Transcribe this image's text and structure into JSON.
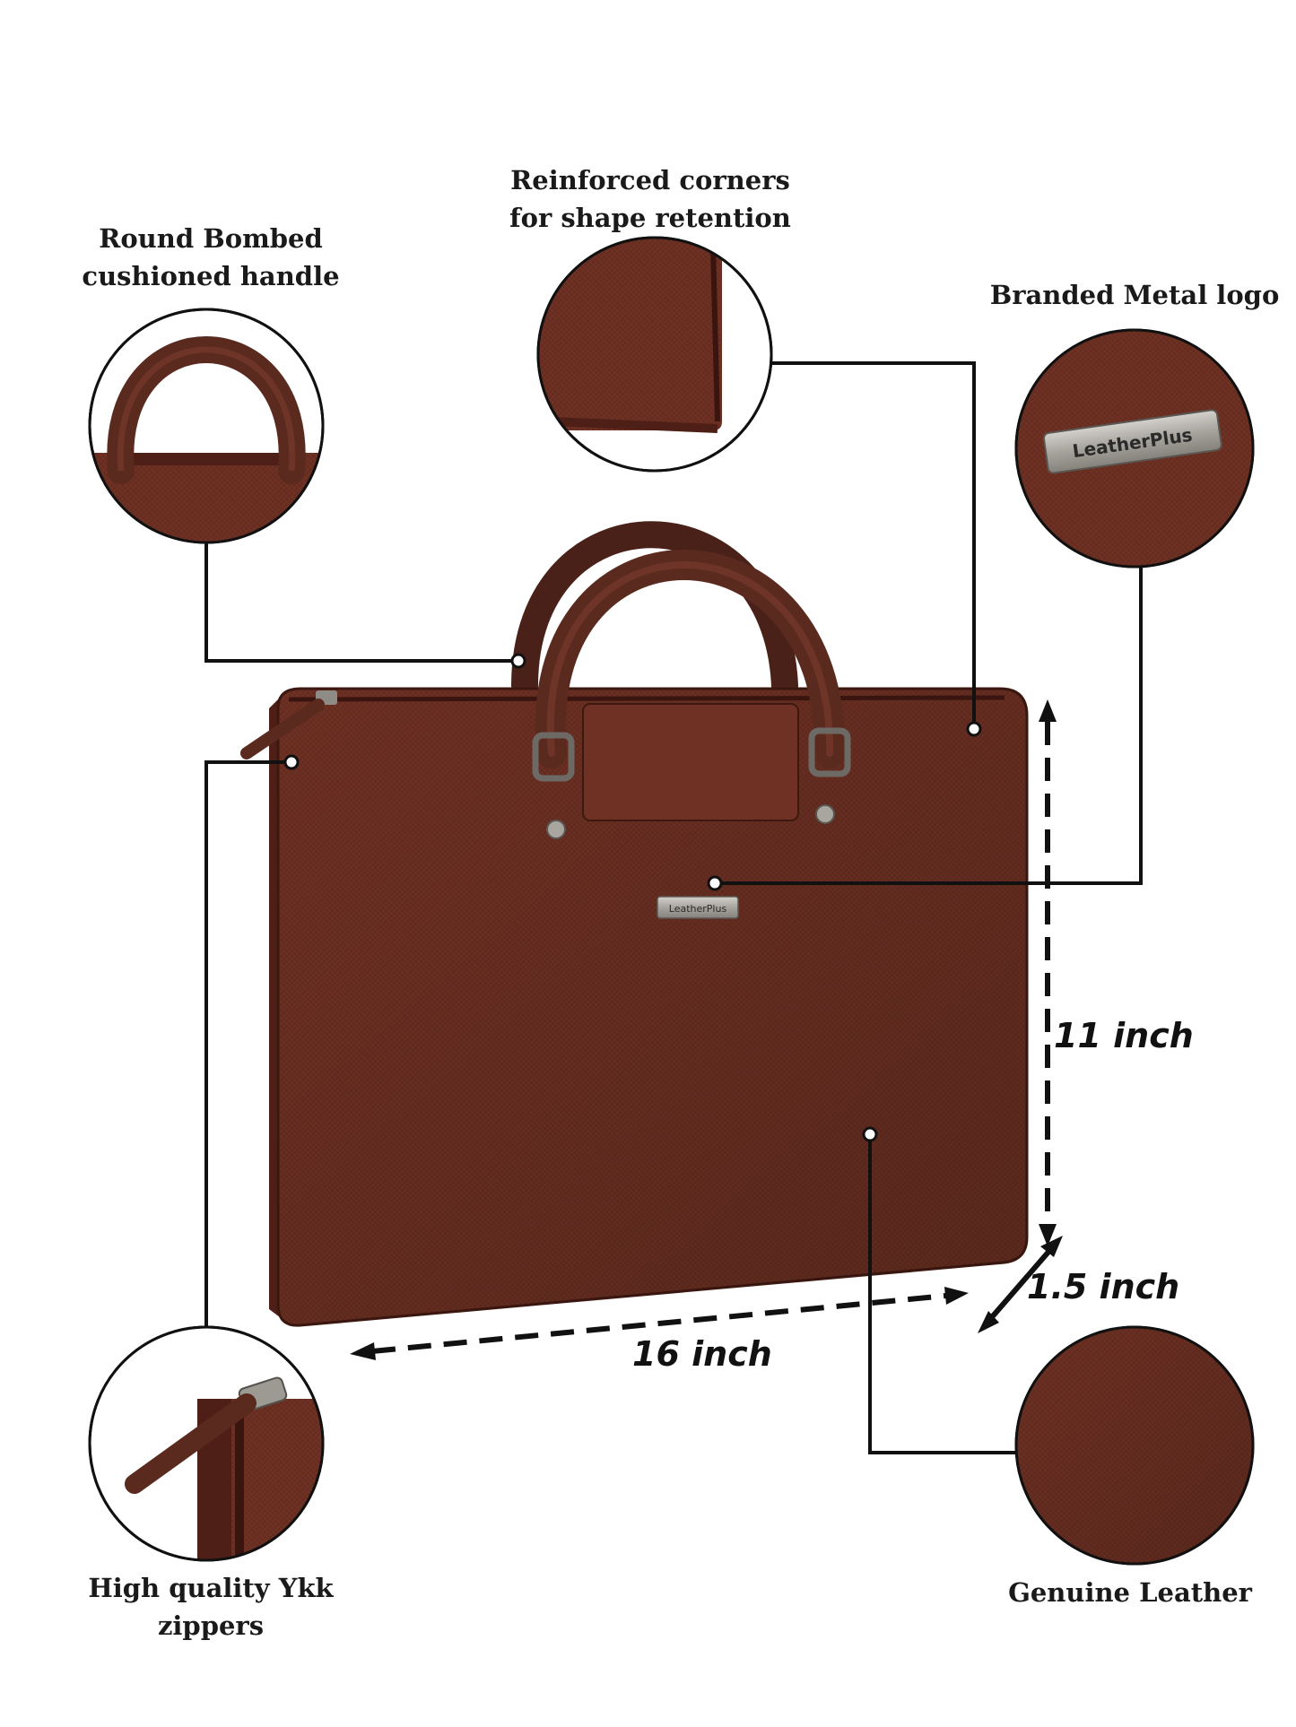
{
  "features": {
    "handle": "Round Bombed cushioned handle",
    "corners": "Reinforced corners for shape retention",
    "logo": "Branded Metal logo",
    "zippers": "High quality Ykk zippers",
    "leather": "Genuine Leather"
  },
  "dimensions": {
    "height": "11 inch",
    "depth": "1.5 inch",
    "width": "16 inch"
  },
  "brand": {
    "logo_text": "LeatherPlus"
  },
  "colors": {
    "leather": "#6b2f22",
    "leather_dark": "#4e1f16",
    "handle": "#5a2a1f",
    "metal": "#a9a59f",
    "line": "#111111"
  }
}
